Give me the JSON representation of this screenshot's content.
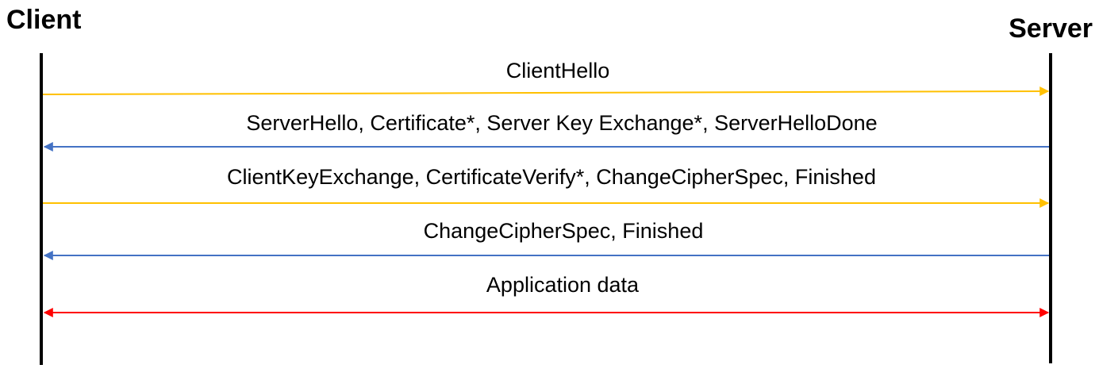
{
  "participants": {
    "client": "Client",
    "server": "Server"
  },
  "messages": [
    {
      "label": "ClientHello",
      "direction": "client-to-server",
      "color": "#FFC000"
    },
    {
      "label": "ServerHello, Certificate*, Server Key Exchange*, ServerHelloDone",
      "direction": "server-to-client",
      "color": "#4472C4"
    },
    {
      "label": "ClientKeyExchange, CertificateVerify*, ChangeCipherSpec, Finished",
      "direction": "client-to-server",
      "color": "#FFC000"
    },
    {
      "label": "ChangeCipherSpec, Finished",
      "direction": "server-to-client",
      "color": "#4472C4"
    },
    {
      "label": "Application data",
      "direction": "bidirectional",
      "color": "#FF0000"
    }
  ]
}
